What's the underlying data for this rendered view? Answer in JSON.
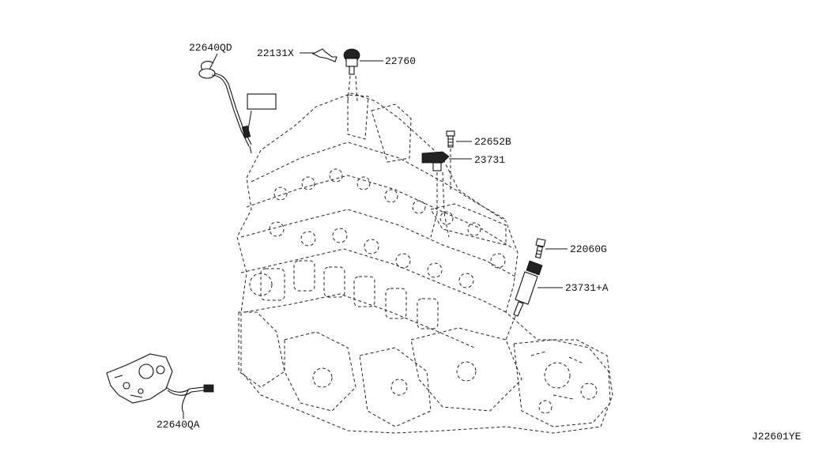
{
  "parts": [
    {
      "id": "sensor-22640qd",
      "number": "22640QD"
    },
    {
      "id": "bracket-22131x",
      "number": "22131X"
    },
    {
      "id": "switch-22760",
      "number": "22760"
    },
    {
      "id": "bolt-22652b",
      "number": "22652B"
    },
    {
      "id": "sensor-23731",
      "number": "23731"
    },
    {
      "id": "bolt-22060g",
      "number": "22060G"
    },
    {
      "id": "sensor-23731a",
      "number": "23731+A"
    },
    {
      "id": "harness-22640qa",
      "number": "22640QA"
    }
  ],
  "diagram_ref": "J22601YE"
}
